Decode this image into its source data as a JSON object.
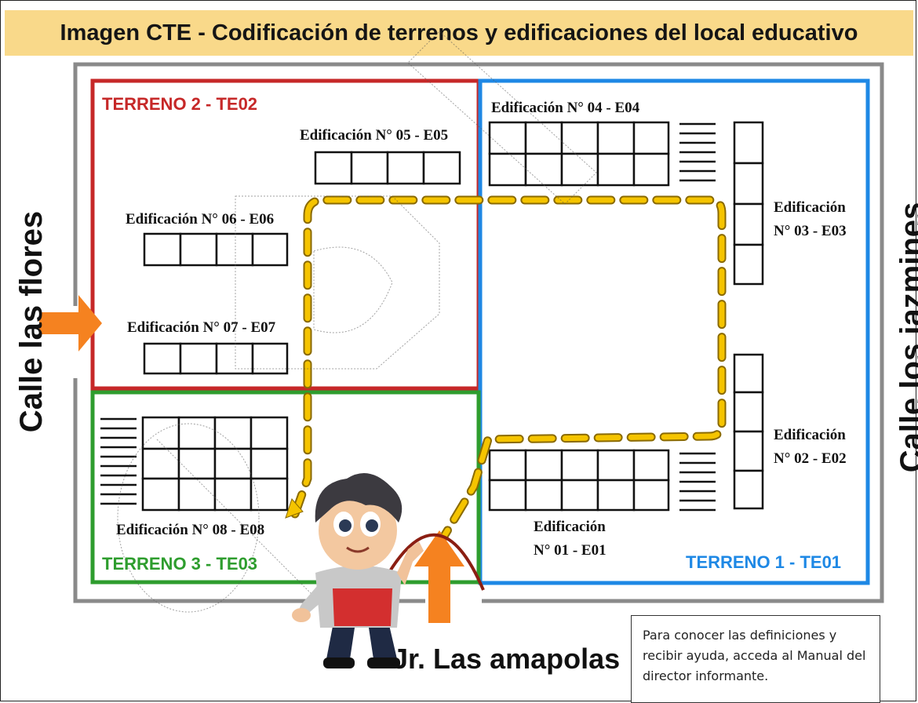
{
  "title": "Imagen CTE - Codificación de terrenos y edificaciones del local educativo",
  "terrenos": {
    "te01": "TERRENO 1 - TE01",
    "te02": "TERRENO 2 - TE02",
    "te03": "TERRENO 3 - TE03"
  },
  "edificaciones": {
    "e01_line1": "Edificación",
    "e01_line2": "N° 01 - E01",
    "e02_line1": "Edificación",
    "e02_line2": "N° 02 - E02",
    "e03_line1": "Edificación",
    "e03_line2": "N° 03 - E03",
    "e04": "Edificación N° 04 - E04",
    "e05": "Edificación N° 05 - E05",
    "e06": "Edificación N° 06 - E06",
    "e07": "Edificación N° 07 - E07",
    "e08": "Edificación N° 08 - E08"
  },
  "streets": {
    "left": "Calle las flores",
    "right": "Calle los jazmines",
    "bottom": "Jr. Las amapolas"
  },
  "help_note": "Para conocer las definiciones y recibir ayuda, acceda al Manual del director informante.",
  "colors": {
    "banner": "#f9d98a",
    "terreno1": "#1e88e5",
    "terreno2": "#c62828",
    "terreno3": "#2e9d2e",
    "path": "#f5c400",
    "arrow": "#f58220"
  }
}
